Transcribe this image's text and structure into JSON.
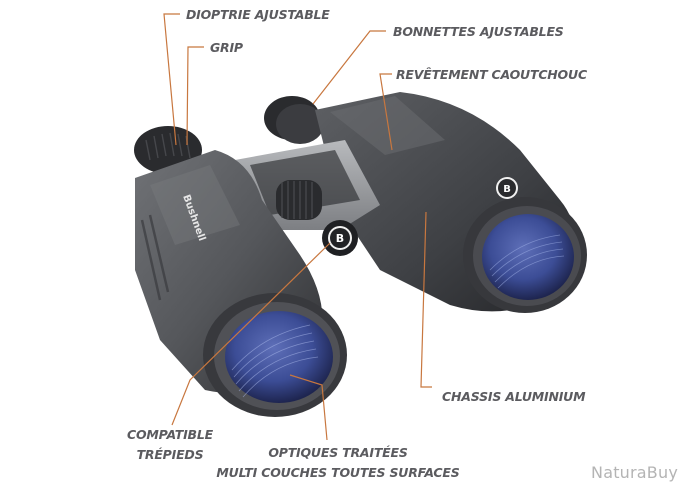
{
  "product": {
    "brand_logo_text": "Bushnell",
    "badge_letter": "B"
  },
  "callouts": {
    "dioptre": "DIOPTRIE AJUSTABLE",
    "grip": "GRIP",
    "eyecups": "BONNETTES AJUSTABLES",
    "rubber": "REVÊTEMENT CAOUTCHOUC",
    "chassis": "CHASSIS ALUMINIUM",
    "tripod_line1": "COMPATIBLE",
    "tripod_line2": "TRÉPIEDS",
    "optics_line1": "OPTIQUES TRAITÉES",
    "optics_line2": "MULTI COUCHES TOUTES SURFACES"
  },
  "watermark": "NaturaBuy",
  "colors": {
    "leader_line": "#c8773f",
    "label_text": "#5b5b5f",
    "body_gray": "#5a5c60",
    "lens_blue": "#3e4f9a",
    "background": "#ffffff"
  }
}
